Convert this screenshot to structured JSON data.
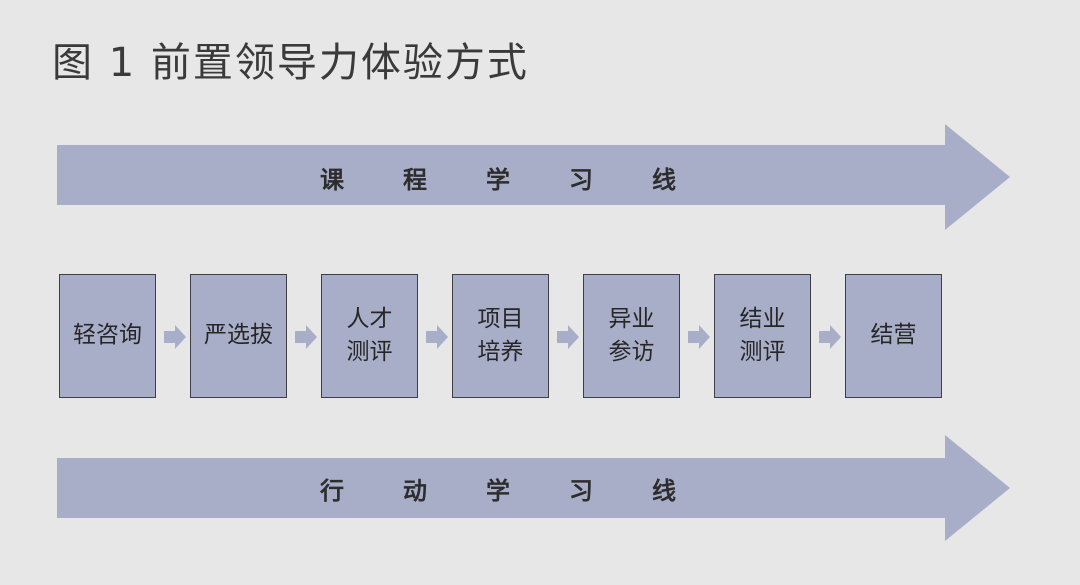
{
  "title": "图 1 前置领导力体验方式",
  "bands": {
    "top": {
      "chars": [
        "课",
        "程",
        "学",
        "习",
        "线"
      ]
    },
    "bottom": {
      "chars": [
        "行",
        "动",
        "学",
        "习",
        "线"
      ]
    }
  },
  "steps": [
    {
      "label": "轻咨询"
    },
    {
      "label": "严选拔"
    },
    {
      "label": "人才\n测评"
    },
    {
      "label": "项目\n培养"
    },
    {
      "label": "异业\n参访"
    },
    {
      "label": "结业\n测评"
    },
    {
      "label": "结营"
    }
  ],
  "colors": {
    "background": "#e7e7e7",
    "arrow": "#a9aec8",
    "box": "#a9aec8",
    "connector": "#a9aec8"
  },
  "icons": {
    "connector": "arrow-right-icon"
  }
}
